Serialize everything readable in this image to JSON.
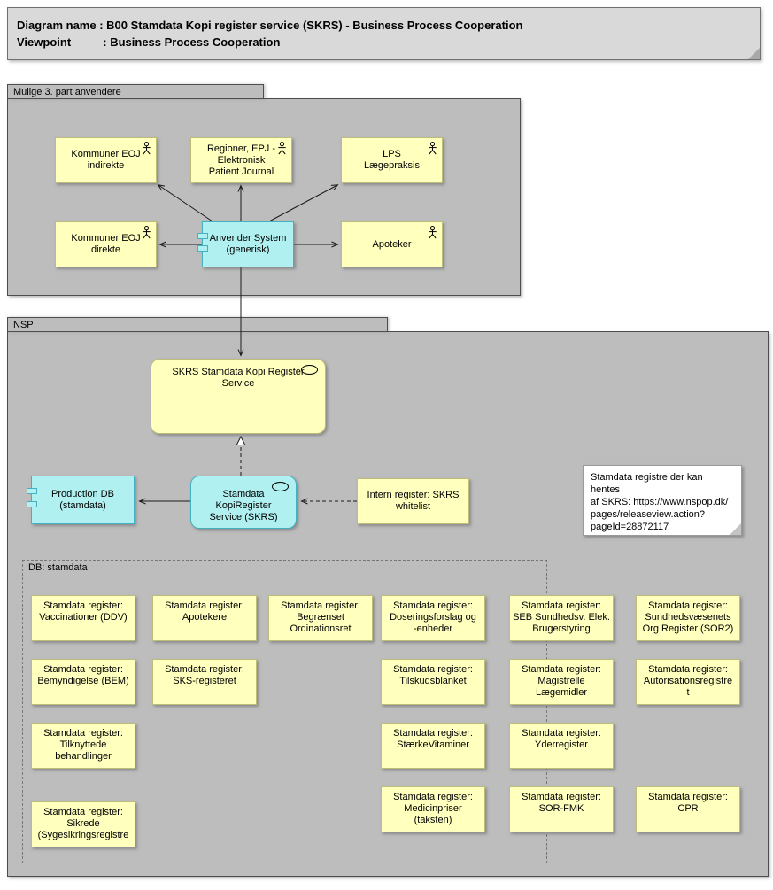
{
  "header": {
    "line1": "Diagram name : B00 Stamdata Kopi register service (SKRS) - Business Process Cooperation",
    "line2": "Viewpoint          : Business Process Cooperation"
  },
  "groups": {
    "mulige": "Mulige 3. part anvendere",
    "nsp": "NSP",
    "db": "DB: stamdata"
  },
  "nodes": {
    "kommuner_indirekte": "Kommuner EOJ\nindirekte",
    "regioner": "Regioner, EPJ -\nElektronisk\nPatient Journal",
    "lps": "LPS\nLægepraksis",
    "kommuner_direkte": "Kommuner EOJ\ndirekte",
    "apoteker": "Apoteker",
    "anvender": "Anvender System\n(generisk)",
    "skrs_service": "SKRS Stamdata Kopi Register\nService",
    "production_db": "Production DB\n(stamdata)",
    "kopiregister": "Stamdata\nKopiRegister\nService (SKRS)",
    "intern_register": "Intern register: SKRS\nwhitelist"
  },
  "note": {
    "text": "Stamdata registre der kan hentes\naf SKRS: https://www.nspop.dk/\npages/releaseview.action?\npageId=28872117"
  },
  "db": {
    "register_prefix": "Stamdata register:",
    "registers": [
      "Vaccinationer (DDV)",
      "Apotekere",
      "Begrænset\nOrdinationsret",
      "Doseringsforslag og\n-enheder",
      "SEB Sundhedsv. Elek.\nBrugerstyring",
      "Sundhedsvæsenets\nOrg Register (SOR2)",
      "Bemyndigelse (BEM)",
      "SKS-registeret",
      "Tilskudsblanket",
      "Magistrelle\nLægemidler",
      "Autorisationsregistre\nt",
      "Tilknyttede\nbehandlinger",
      "StærkeVitaminer",
      "Yderregister",
      "Medicinpriser\n(taksten)",
      "SOR-FMK",
      "CPR",
      "Sikrede\n(Sygesikringsregistre"
    ]
  }
}
